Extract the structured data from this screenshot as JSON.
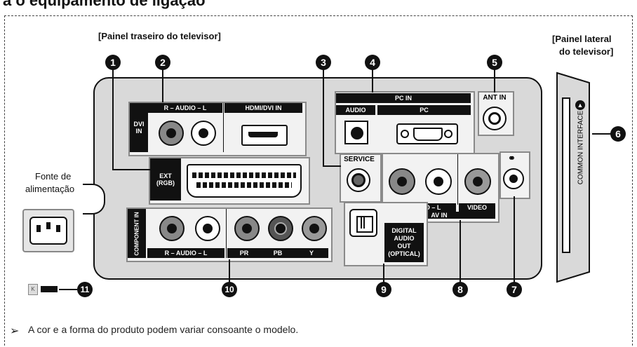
{
  "heading": "a o equipamento de ligação",
  "labels": {
    "rear_panel": "[Painel traseiro do televisor]",
    "side_panel_line1": "[Painel lateral",
    "side_panel_line2": "do televisor]",
    "power_line1": "Fonte de",
    "power_line2": "alimentação"
  },
  "callouts": [
    "1",
    "2",
    "3",
    "4",
    "5",
    "6",
    "7",
    "8",
    "9",
    "10",
    "11"
  ],
  "ports": {
    "dvi_in": "DVI IN",
    "audio_rl": "R – AUDIO – L",
    "hdmi_dvi_in": "HDMI/DVI IN",
    "ext_rgb_line1": "EXT",
    "ext_rgb_line2": "(RGB)",
    "service": "SERVICE",
    "pc_in": "PC IN",
    "audio": "AUDIO",
    "pc": "PC",
    "ant_in": "ANT IN",
    "component_in": "COMPONENT IN",
    "pr": "PR",
    "pb": "PB",
    "y": "Y",
    "video": "VIDEO",
    "av_in": "AV IN",
    "digital_audio_line1": "DIGITAL",
    "digital_audio_line2": "AUDIO",
    "digital_audio_line3": "OUT",
    "digital_audio_line4": "(OPTICAL)",
    "common_interface": "COMMON INTERFACE"
  },
  "note": "A cor e a forma do produto podem variar consoante o modelo.",
  "icons": {
    "note_arrow": "pointer-arrow-icon",
    "lock": "kensington-lock-icon",
    "headphone": "headphone-icon"
  }
}
